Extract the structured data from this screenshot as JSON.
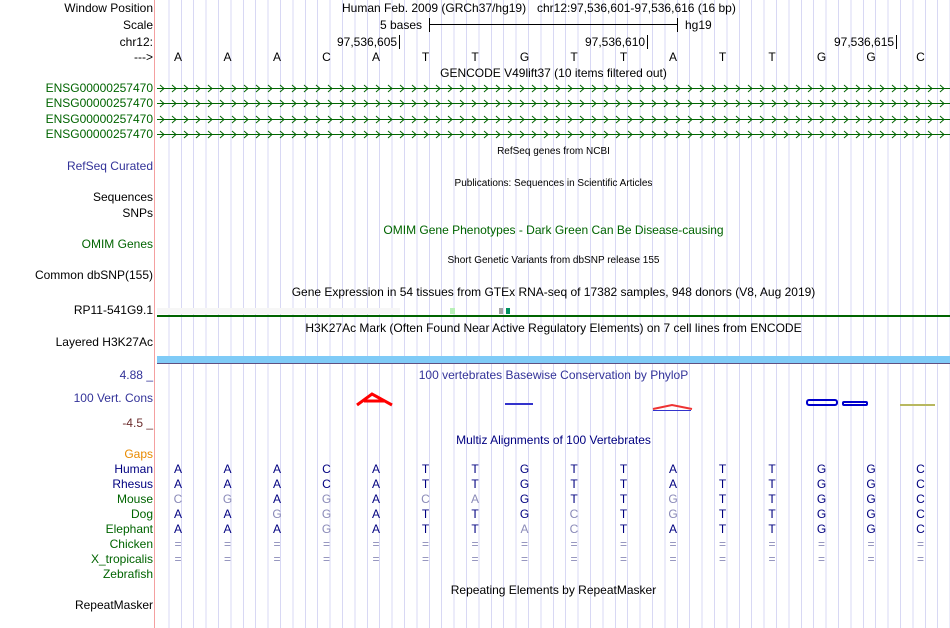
{
  "labels": {
    "window_position": "Window Position",
    "scale": "Scale",
    "chrom": "chr12:",
    "strand": "--->",
    "refseq": "RefSeq Curated",
    "sequences": "Sequences",
    "snps": "SNPs",
    "omim": "OMIM Genes",
    "dbsnp": "Common dbSNP(155)",
    "gtex_gene": "RP11-541G9.1",
    "h3k27ac": "Layered H3K27Ac",
    "phylop_max": "4.88 _",
    "phylop": "100 Vert. Cons",
    "phylop_min": "-4.5 _",
    "gaps": "Gaps",
    "repeatmasker": "RepeatMasker"
  },
  "header": {
    "assembly": "Human Feb. 2009 (GRCh37/hg19)",
    "position": "chr12:97,536,601-97,536,616 (16 bp)",
    "scale_label": "5 bases",
    "scale_db": "hg19",
    "ticks": [
      "97,536,605",
      "97,536,610",
      "97,536,615"
    ]
  },
  "sequence": [
    "A",
    "A",
    "A",
    "C",
    "A",
    "T",
    "T",
    "G",
    "T",
    "T",
    "A",
    "T",
    "T",
    "G",
    "G",
    "C"
  ],
  "tracks": {
    "gencode": "GENCODE V49lift37 (10 items filtered out)",
    "gencode_items": [
      "ENSG00000257470",
      "ENSG00000257470",
      "ENSG00000257470",
      "ENSG00000257470"
    ],
    "refseq": "RefSeq genes from NCBI",
    "publications": "Publications: Sequences in Scientific Articles",
    "omim": "OMIM Gene Phenotypes - Dark Green Can Be Disease-causing",
    "dbsnp": "Short Genetic Variants from dbSNP release 155",
    "gtex": "Gene Expression in 54 tissues from GTEx RNA-seq of 17382 samples, 948 donors (V8, Aug 2019)",
    "h3k27ac": "H3K27Ac Mark (Often Found Near Active Regulatory Elements) on 7 cell lines from ENCODE",
    "phylop": "100 vertebrates Basewise Conservation by PhyloP",
    "multiz": "Multiz Alignments of 100 Vertebrates",
    "repeatmasker": "Repeating Elements by RepeatMasker"
  },
  "alignment": [
    {
      "species": "Human",
      "seq": "AAACATTGTTATTGGC"
    },
    {
      "species": "Rhesus",
      "seq": "AAACATTGTTATTGGC"
    },
    {
      "species": "Mouse",
      "seq": "CGAGACAGTTGTTGGC"
    },
    {
      "species": "Dog",
      "seq": "AAGGATTGCTGTTGGC"
    },
    {
      "species": "Elephant",
      "seq": "AAAGATTACTATTGGC"
    },
    {
      "species": "Chicken",
      "seq": "================"
    },
    {
      "species": "X_tropicalis",
      "seq": "================"
    },
    {
      "species": "Zebrafish",
      "seq": ""
    }
  ],
  "colors": {
    "gene": "#006400",
    "h3k27ac": "#7fcbf7",
    "mismatch": "#8a8ab8"
  }
}
